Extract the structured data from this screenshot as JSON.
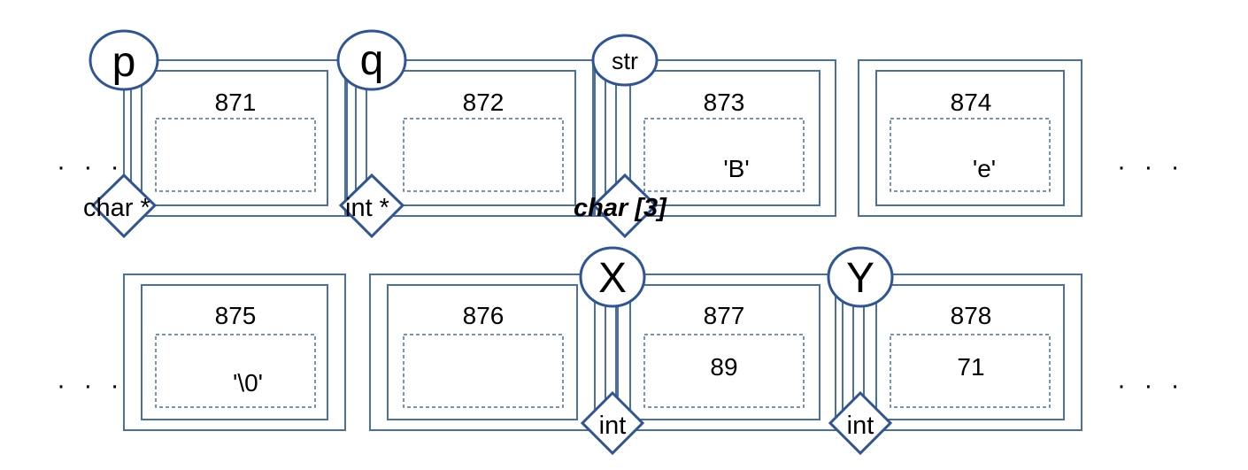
{
  "colors": {
    "frame": "#4a6fa5",
    "stroke_dark": "#2f5597",
    "fill": "#ffffff",
    "text": "#000000"
  },
  "ellipsis": "· · ·",
  "rows": [
    {
      "cells": [
        {
          "address": "871",
          "value": ""
        },
        {
          "address": "872",
          "value": ""
        },
        {
          "address": "873",
          "value": "'B'"
        },
        {
          "address": "874",
          "value": "'e'"
        }
      ]
    },
    {
      "cells": [
        {
          "address": "875",
          "value": "'\\0'"
        },
        {
          "address": "876",
          "value": ""
        },
        {
          "address": "877",
          "value": "89"
        },
        {
          "address": "878",
          "value": "71"
        }
      ]
    }
  ],
  "variables": [
    {
      "name": "p",
      "type": "char *",
      "start_cell": "871",
      "span_cells": 1
    },
    {
      "name": "q",
      "type": "int *",
      "start_cell": "872",
      "span_cells": 1
    },
    {
      "name": "str",
      "type": "char [3]",
      "start_cell": "873",
      "span_cells": 3,
      "continues_to_next_row": true
    },
    {
      "name": "X",
      "type": "int",
      "start_cell": "877",
      "span_cells": 1
    },
    {
      "name": "Y",
      "type": "int",
      "start_cell": "878",
      "span_cells": 1
    }
  ]
}
